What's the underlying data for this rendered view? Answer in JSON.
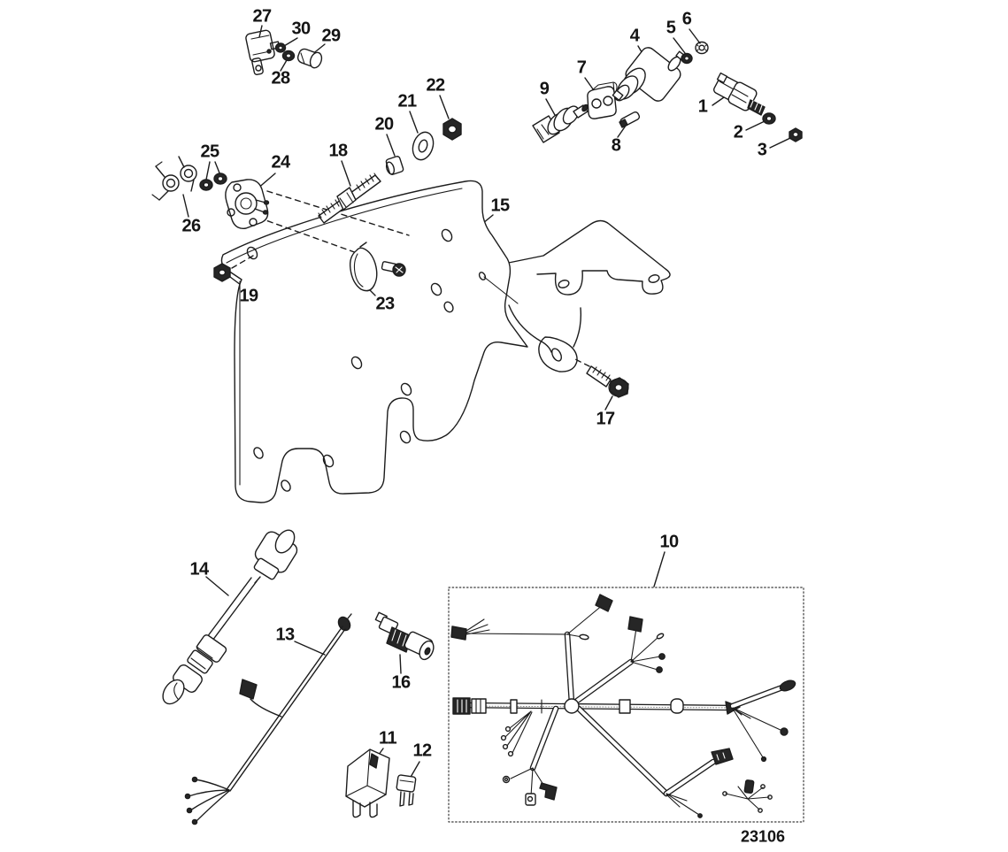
{
  "diagram": {
    "background": "#ffffff",
    "line_color": "#1c1c1c",
    "drawing_number": "23106",
    "callouts": {
      "c1": "1",
      "c2": "2",
      "c3": "3",
      "c4": "4",
      "c5": "5",
      "c6": "6",
      "c7": "7",
      "c8": "8",
      "c9": "9",
      "c10": "10",
      "c11": "11",
      "c12": "12",
      "c13": "13",
      "c14": "14",
      "c15": "15",
      "c16": "16",
      "c17": "17",
      "c18": "18",
      "c19": "19",
      "c20": "20",
      "c21": "21",
      "c22": "22",
      "c23": "23",
      "c24": "24",
      "c25": "25",
      "c26": "26",
      "c27": "27",
      "c28": "28",
      "c29": "29",
      "c30": "30"
    }
  }
}
